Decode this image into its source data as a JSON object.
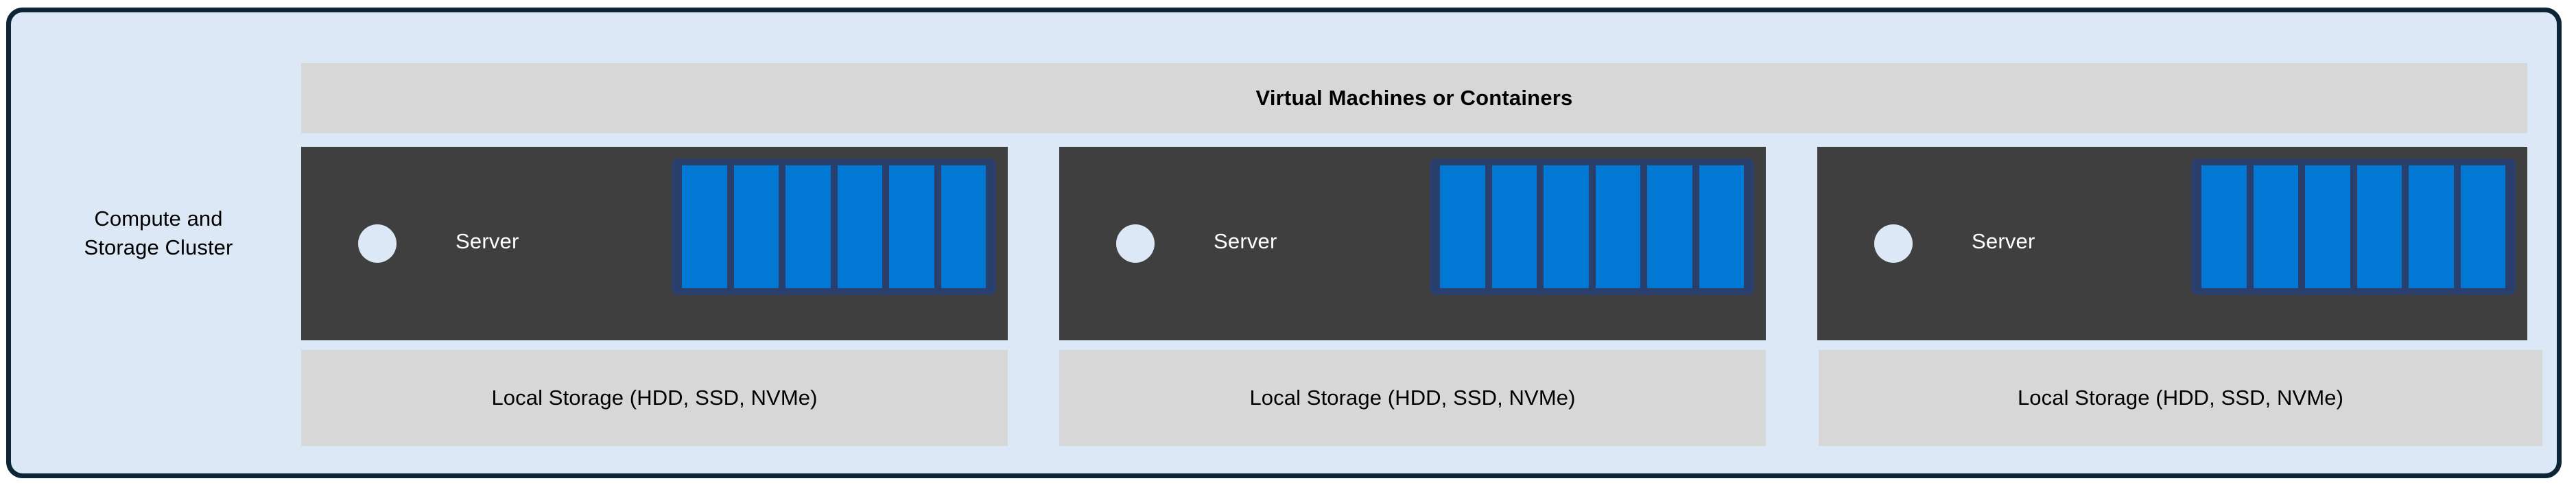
{
  "diagram": {
    "title": "Compute and Storage Cluster",
    "colors": {
      "cluster_background": "#dce8f5",
      "cluster_border": "#0d2535",
      "banner_background": "#d7d7d7",
      "server_panel": "#3f3f3f",
      "drive_fill": "#0078d4",
      "drive_border": "#2a3f6b",
      "storage_background": "#d7d7d7",
      "status_dot": "#dce8f5",
      "server_label_text": "#ffffff",
      "body_text": "#000000"
    }
  },
  "cluster": {
    "label": "Compute and\nStorage Cluster"
  },
  "banner": {
    "label": "Virtual Machines or Containers"
  },
  "nodes": [
    {
      "server_label": "Server",
      "status_dot": "status-dot",
      "drive_count": 6,
      "storage_label": "Local Storage (HDD, SSD, NVMe)"
    },
    {
      "server_label": "Server",
      "status_dot": "status-dot",
      "drive_count": 6,
      "storage_label": "Local Storage (HDD, SSD, NVMe)"
    },
    {
      "server_label": "Server",
      "status_dot": "status-dot",
      "drive_count": 6,
      "storage_label": "Local Storage (HDD, SSD, NVMe)"
    }
  ]
}
